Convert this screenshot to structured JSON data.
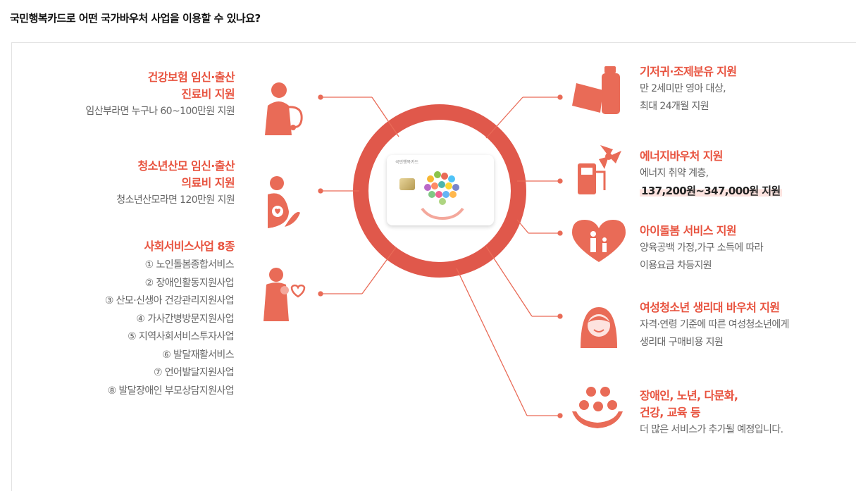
{
  "page_title": "국민행복카드로 어떤 국가바우처 사업을 이용할 수 있나요?",
  "card": {
    "brand_text": "국민행복카드"
  },
  "left": [
    {
      "title1": "건강보험 임신·출산",
      "title2": "진료비 지원",
      "desc": "임산부라면 누구나 60~100만원 지원"
    },
    {
      "title1": "청소년산모 임신·출산",
      "title2": "의료비 지원",
      "desc": "청소년산모라면 120만원 지원"
    },
    {
      "title1": "사회서비스사업 8종",
      "items": [
        "① 노인돌봄종합서비스",
        "② 장애인활동지원사업",
        "③ 산모·신생아 건강관리지원사업",
        "④ 가사간병방문지원사업",
        "⑤ 지역사회서비스투자사업",
        "⑥ 발달재활서비스",
        "⑦ 언어발달지원사업",
        "⑧ 발달장애인 부모상담지원사업"
      ]
    }
  ],
  "right": [
    {
      "title": "기저귀·조제분유 지원",
      "desc1": "만 2세미만 영아 대상,",
      "desc2": "최대 24개월 지원"
    },
    {
      "title": "에너지바우처 지원",
      "desc1": "에너지 취약 계층,",
      "highlight": "137,200원~347,000원 지원"
    },
    {
      "title": "아이돌봄 서비스 지원",
      "desc1": "양육공백 가정,가구 소득에 따라",
      "desc2": "이용요금 차등지원"
    },
    {
      "title": "여성청소년 생리대 바우처 지원",
      "desc1": "자격·연령 기준에 따른 여성청소년에게",
      "desc2": "생리대 구매비용 지원"
    },
    {
      "title1": "장애인, 노년, 다문화,",
      "title2": "건강, 교육 등",
      "desc": "더 많은 서비스가 추가될 예정입니다."
    }
  ],
  "colors": {
    "accent": "#e8533f",
    "ring": "#e0584b",
    "icon": "#e96b57"
  }
}
